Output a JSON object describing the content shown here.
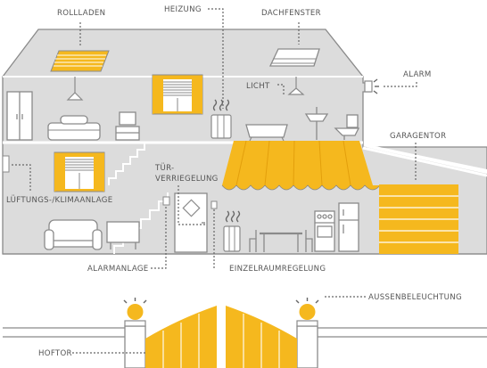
{
  "colors": {
    "accent": "#f5b81e",
    "house_fill": "#dcdcdc",
    "outline": "#8a8a8a",
    "text": "#555555"
  },
  "labels": {
    "rollladen": "ROLLLADEN",
    "heizung": "HEIZUNG",
    "dachfenster": "DACHFENSTER",
    "alarm": "ALARM",
    "licht": "LICHT",
    "garagentor": "GARAGENTOR",
    "tuer_line1": "TÜR-",
    "tuer_line2": "VERRIEGELUNG",
    "lueftung": "LÜFTUNGS-/KLIMAANLAGE",
    "alarmanlage": "ALARMANLAGE",
    "einzelraum": "EINZELRAUMREGELUNG",
    "aussenbeleuchtung": "AUSSENBELEUCHTUNG",
    "hoftor": "HOFTOR"
  }
}
